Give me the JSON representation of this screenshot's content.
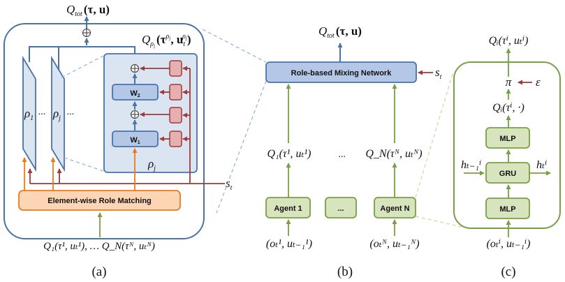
{
  "colors": {
    "blue_line": "#4a73a8",
    "blue_fill": "#dbe4f1",
    "blue_box": "#b4c7e7",
    "red_line": "#9e3a3a",
    "red_fill": "#e6b0b0",
    "orange_line": "#e87b1e",
    "orange_fill": "#fcd5b4",
    "green_line": "#77a043",
    "green_fill": "#d7e4bd",
    "dash_blue": "#8fb1e0",
    "dash_green": "#c5d9a3"
  },
  "panel_a": {
    "caption": "(a)",
    "q_tot": {
      "main": "Q",
      "sub": "tot",
      "args": "(τ, u)"
    },
    "q_rho": {
      "main": "Q",
      "sub": "ρ",
      "subsub": "j",
      "args_open": "(τ",
      "sup1": "ρ",
      "sup1sub": "j",
      "mid": ", u",
      "sub2": "t",
      "sup2": "ρ",
      "sup2sub": "j",
      "close": ")"
    },
    "rho1": {
      "main": "ρ",
      "sub": "1"
    },
    "rhoj": {
      "main": "ρ",
      "sub": "j"
    },
    "ellipsis": "...",
    "w2": {
      "main": "W",
      "sub": "2"
    },
    "w1": {
      "main": "W",
      "sub": "1"
    },
    "rho_box_label": {
      "main": "ρ",
      "sub": "j"
    },
    "role_matching": "Element-wise Role Matching",
    "state": {
      "main": "s",
      "sub": "t"
    },
    "input": "Q₁(τ¹, uₜ¹), … Q_N(τᴺ, uₜᴺ)",
    "plus": "⊕"
  },
  "panel_b": {
    "caption": "(b)",
    "q_tot": {
      "main": "Q",
      "sub": "tot",
      "args": "(τ, u)"
    },
    "mixing": "Role-based Mixing Network",
    "state": {
      "main": "s",
      "sub": "t"
    },
    "q1": "Q₁(τ¹, uₜ¹)",
    "qn": "Q_N(τᴺ, uₜᴺ)",
    "ellipsis": "...",
    "agents": [
      "Agent 1",
      "...",
      "Agent N"
    ],
    "obs1": "(oₜ¹, uₜ₋₁¹)",
    "obsn": "(oₜᴺ, uₜ₋₁ᴺ)"
  },
  "panel_c": {
    "caption": "(c)",
    "qi_out": "Qᵢ(τⁱ, uₜⁱ)",
    "pi": "π",
    "epsilon": "ε",
    "qi_mid": "Qᵢ(τⁱ, ·)",
    "mlp_top": "MLP",
    "gru": "GRU",
    "mlp_bottom": "MLP",
    "h_prev": "hₜ₋₁ⁱ",
    "h_next": "hₜⁱ",
    "obs": "(oₜⁱ, uₜ₋₁ⁱ)"
  }
}
